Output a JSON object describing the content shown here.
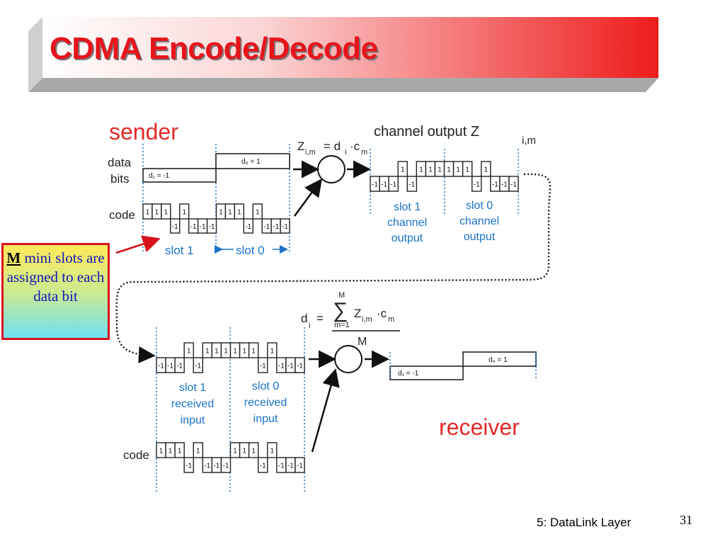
{
  "title": "CDMA Encode/Decode",
  "callout": {
    "m": "M",
    "rest": " mini slots are assigned to each data bit"
  },
  "footer": {
    "label": "5: DataLink Layer",
    "page": "31"
  },
  "sender": {
    "title": "sender",
    "data_bits_line1": "data",
    "data_bits_line2": "bits",
    "code_label": "code",
    "d1": "d₁ = -1",
    "d0": "d₀ = 1",
    "slot1": "slot 1",
    "slot0": "slot 0"
  },
  "encode_formula": {
    "z": "Z",
    "z_sub": "i,m",
    "eq": "= d",
    "d_sub": "i",
    "dot": "·c",
    "c_sub": "m"
  },
  "channel": {
    "title": "channel output Z",
    "title_sub": "i,m",
    "slot1_output": [
      "slot 1",
      "channel",
      "output"
    ],
    "slot0_output": [
      "slot 0",
      "channel",
      "output"
    ]
  },
  "decode_formula": {
    "d": "d",
    "d_sub": "i",
    "eq": "=",
    "sum_top": "M",
    "sum_bottom": "m=1",
    "z": "Z",
    "z_sub": "i,m",
    "dot": "·c",
    "c_sub": "m",
    "denominator": "M"
  },
  "receiver": {
    "title": "receiver",
    "slot1_input": [
      "slot 1",
      "received",
      "input"
    ],
    "slot0_input": [
      "slot 0",
      "received",
      "input"
    ],
    "code_label": "code",
    "d1": "d₁ = -1",
    "d0": "d₀ = 1"
  },
  "code_sequence": [
    1,
    1,
    1,
    -1,
    1,
    -1,
    -1,
    -1
  ],
  "channel_sequence": [
    -1,
    -1,
    -1,
    1,
    -1,
    1,
    1,
    1,
    1,
    1,
    1,
    -1,
    1,
    -1,
    -1,
    -1
  ],
  "colors": {
    "title_red": "#e8141b",
    "label_blue": "#1a73c9",
    "receiver_red": "#e42a2a",
    "callout_border": "#d8131b"
  }
}
